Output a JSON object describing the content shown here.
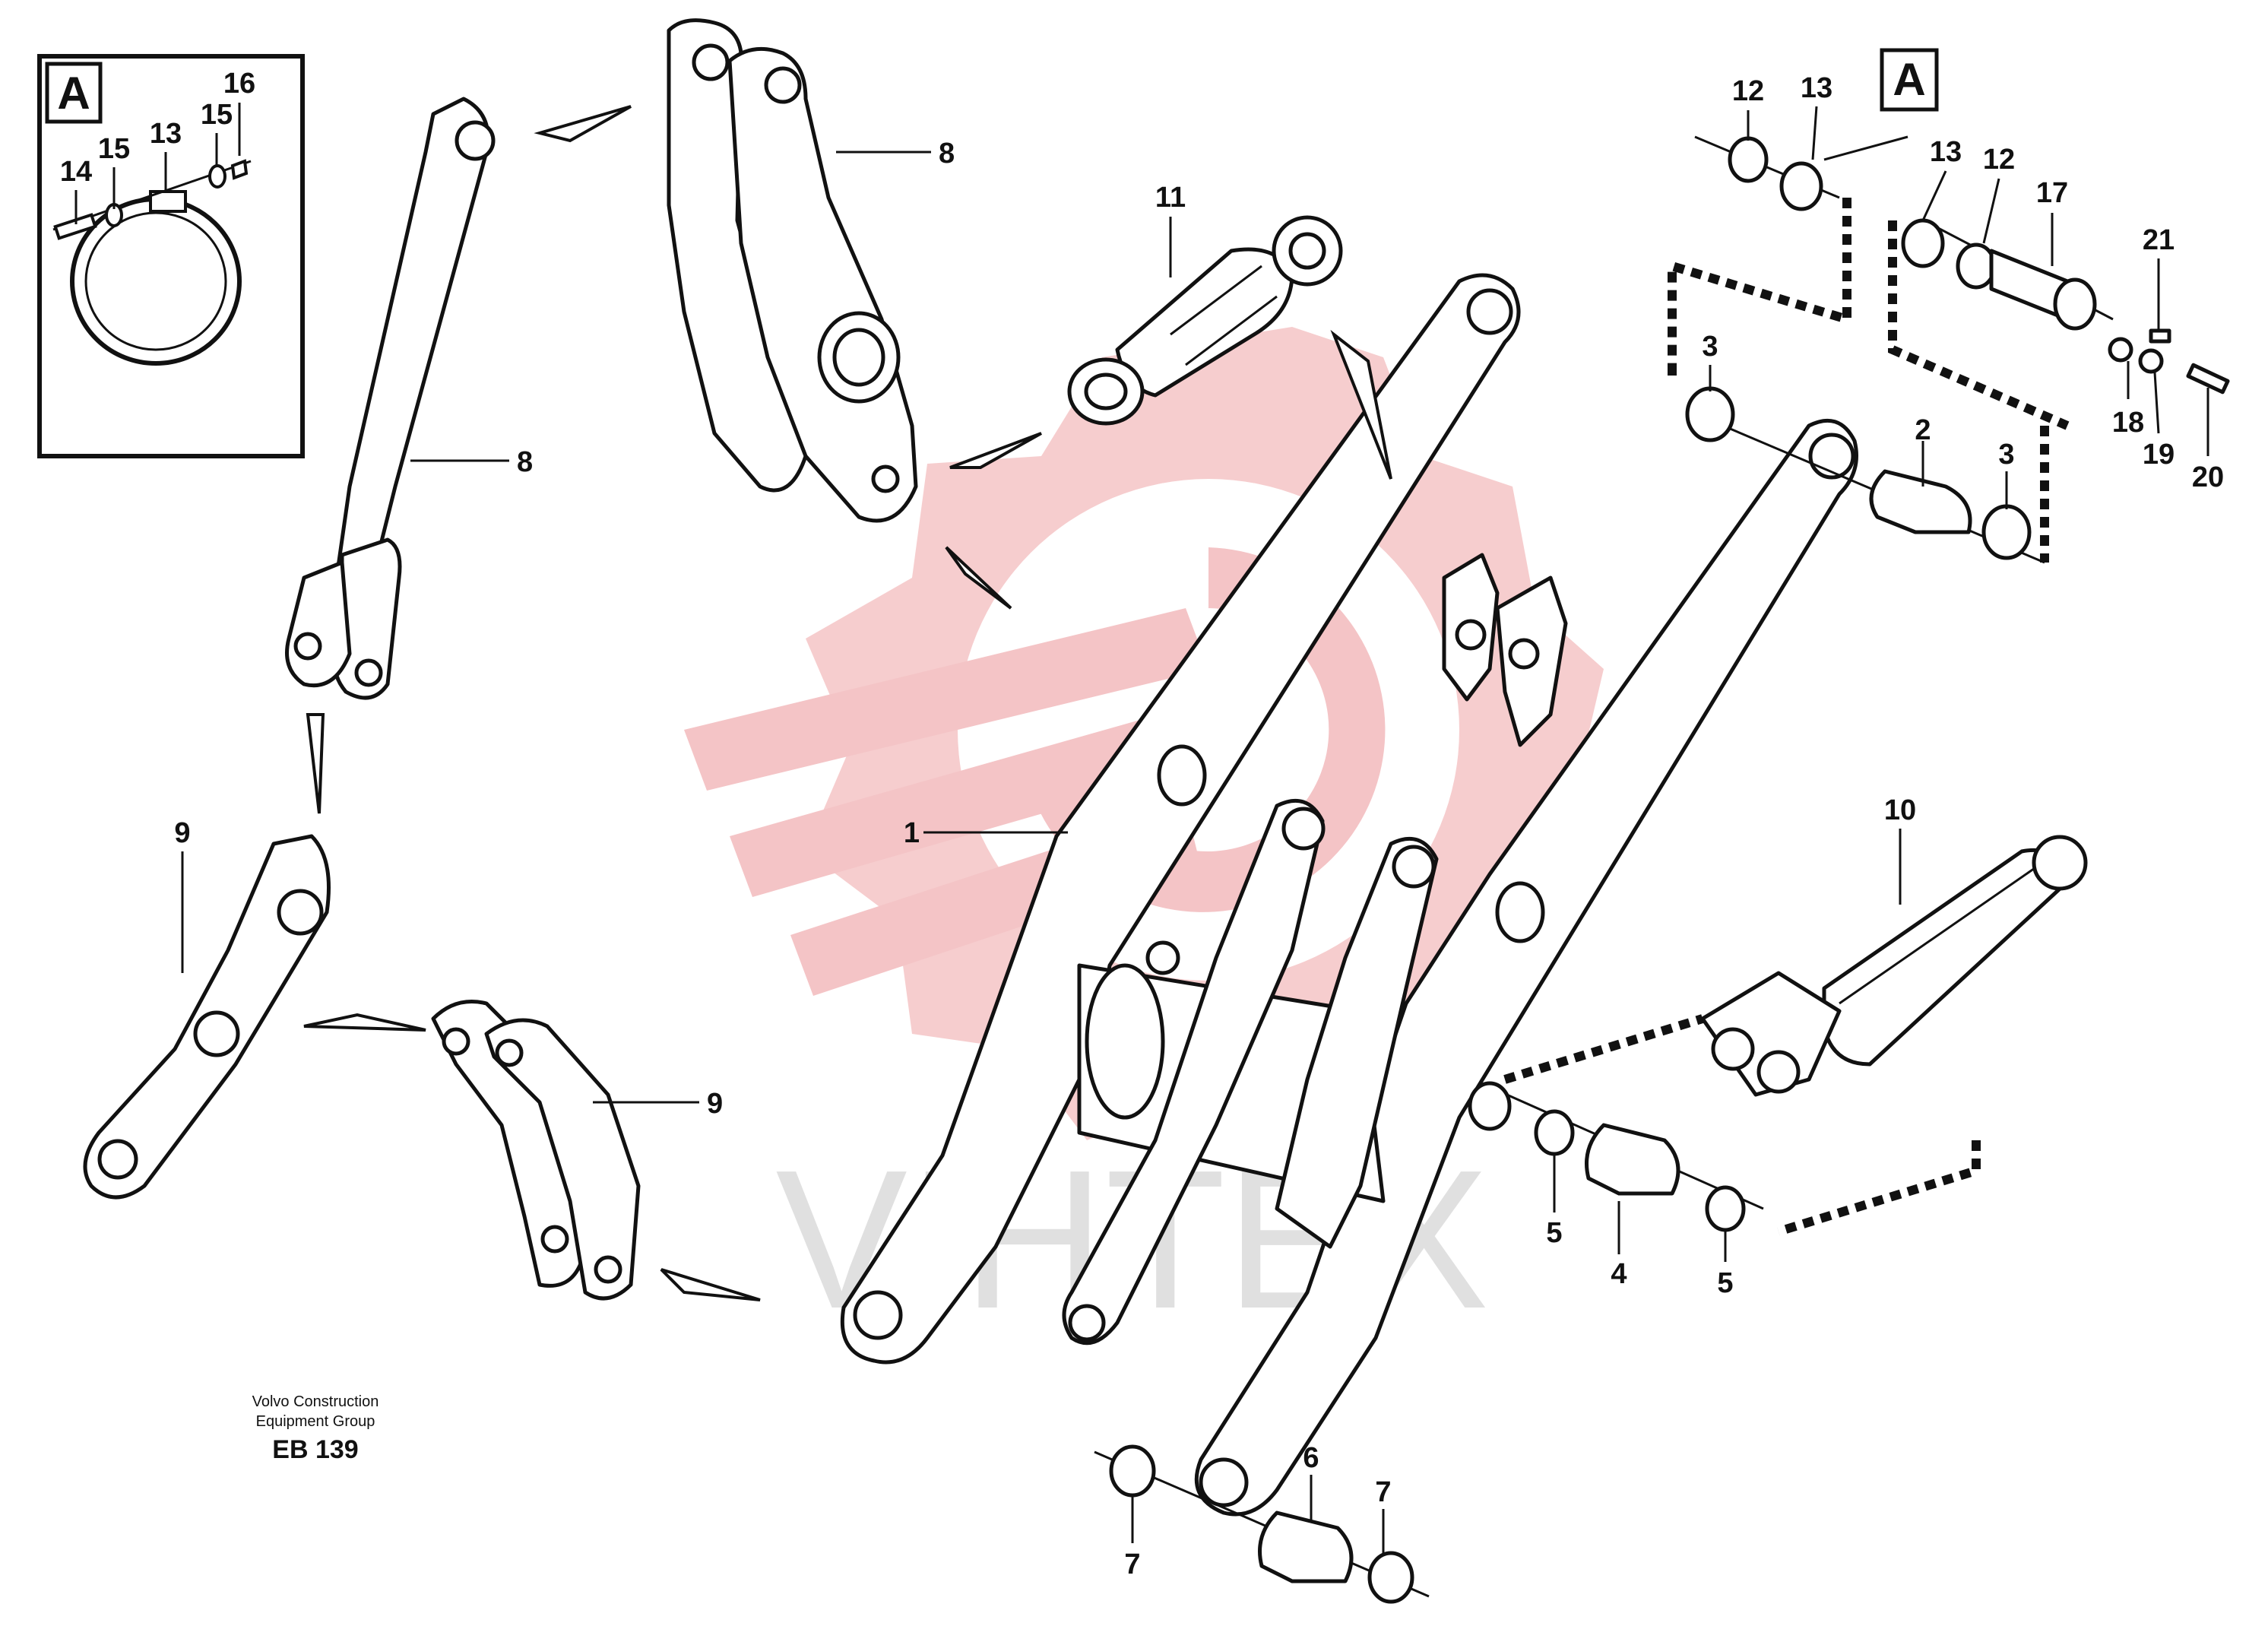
{
  "title": "EB 139",
  "publisher_lines": [
    "Volvo Construction",
    "Equipment Group"
  ],
  "watermark": "VIHTEX",
  "detail_letter": "A",
  "callouts": {
    "c1": "1",
    "c2": "2",
    "c3a": "3",
    "c3b": "3",
    "c4": "4",
    "c5a": "5",
    "c5b": "5",
    "c6": "6",
    "c7a": "7",
    "c7b": "7",
    "c8a": "8",
    "c8b": "8",
    "c9a": "9",
    "c9b": "9",
    "c10": "10",
    "c11": "11",
    "c12a": "12",
    "c12b": "12",
    "c13a": "13",
    "c13b": "13",
    "c13c": "13",
    "c14": "14",
    "c15a": "15",
    "c15b": "15",
    "c16": "16",
    "c17": "17",
    "c18": "18",
    "c19": "19",
    "c20": "20",
    "c21": "21"
  },
  "colors": {
    "line": "#111111",
    "watermark_red": "#f4c4c6",
    "watermark_grey": "#d9d9d9"
  }
}
